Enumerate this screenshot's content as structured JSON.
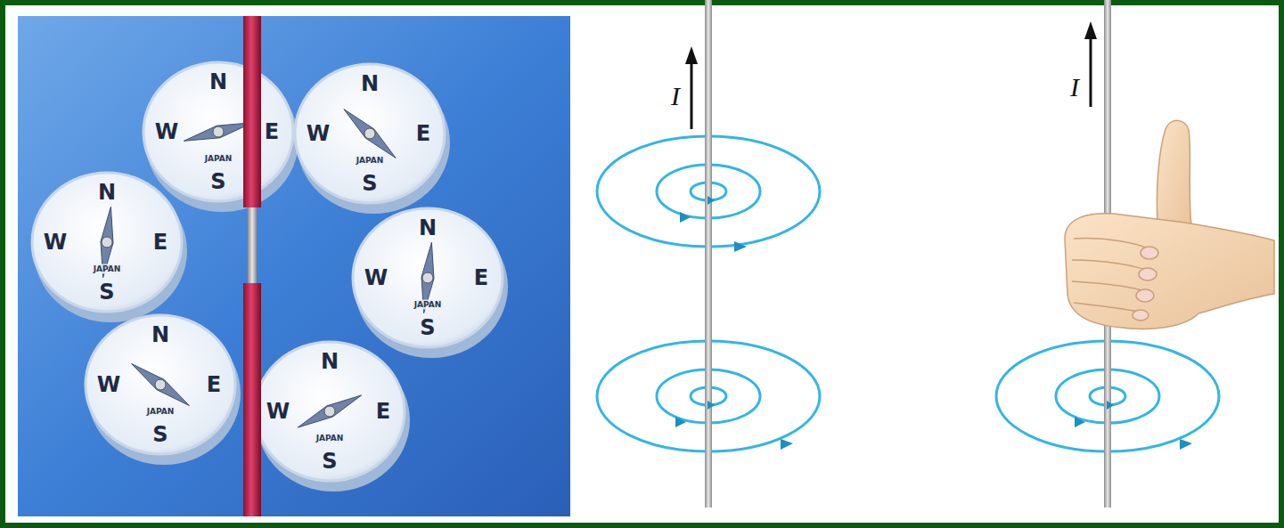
{
  "diagram": {
    "labels": [
      "N",
      "E",
      "S",
      "W",
      "JAPAN",
      "N",
      "E",
      "S",
      "W",
      "JAPAN",
      "N",
      "E",
      "S",
      "W",
      "JAPAN",
      "N",
      "E",
      "S",
      "W",
      "JAPAN",
      "N",
      "E",
      "S",
      "W",
      "JAPAN",
      "N",
      "E",
      "S",
      "W",
      "JAPAN",
      "I",
      "I"
    ]
  }
}
